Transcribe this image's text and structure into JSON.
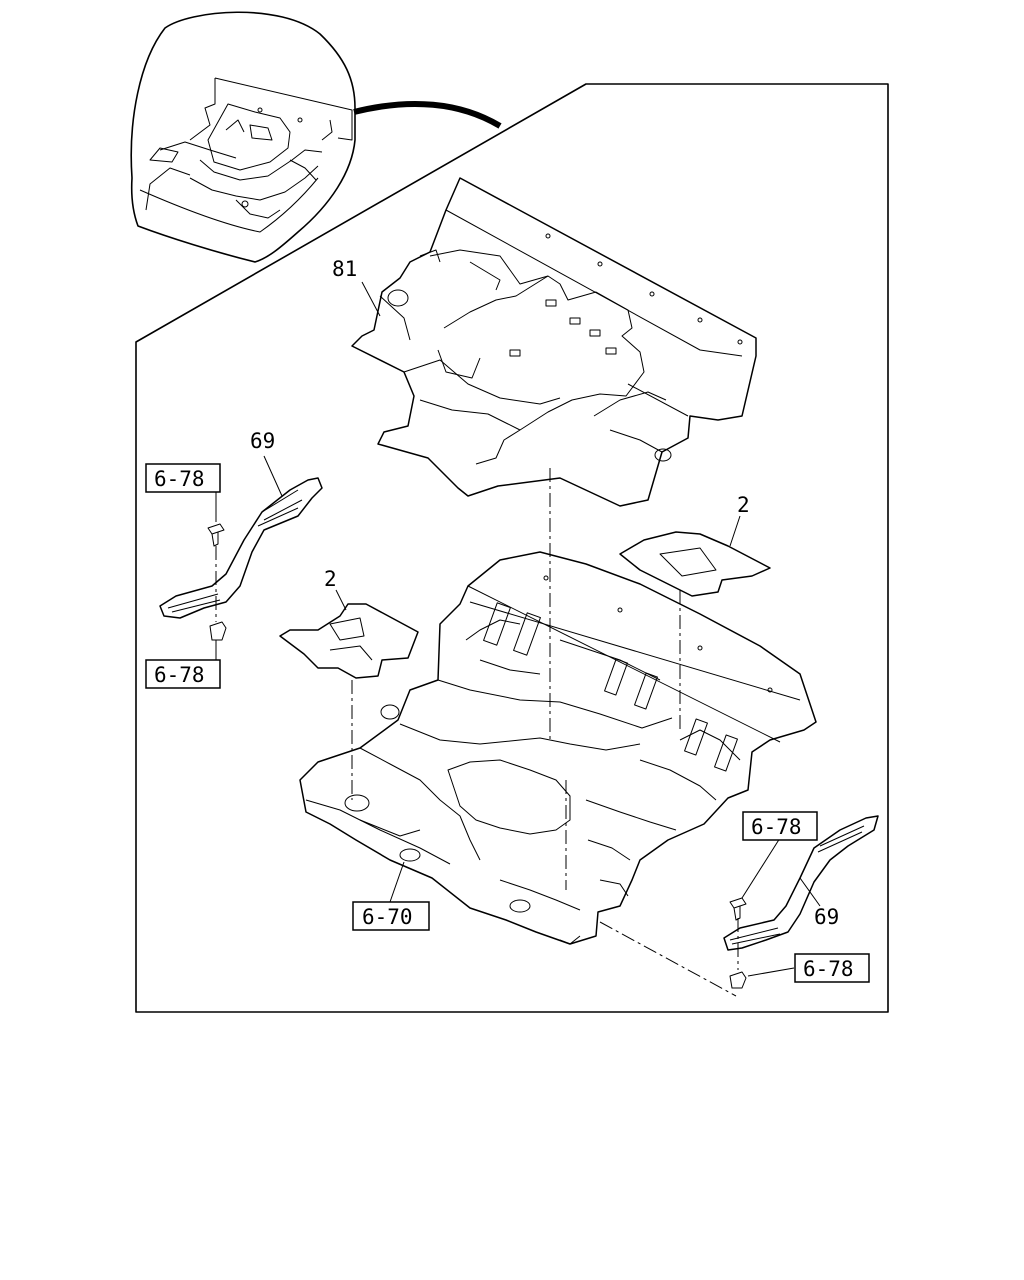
{
  "callouts": {
    "part_81": "81",
    "part_69_left": "69",
    "part_69_right": "69",
    "part_2_left": "2",
    "part_2_right": "2"
  },
  "references": {
    "ref_top_left": "6-78",
    "ref_mid_left": "6-78",
    "ref_right_upper": "6-78",
    "ref_right_lower": "6-78",
    "ref_bottom": "6-70"
  }
}
